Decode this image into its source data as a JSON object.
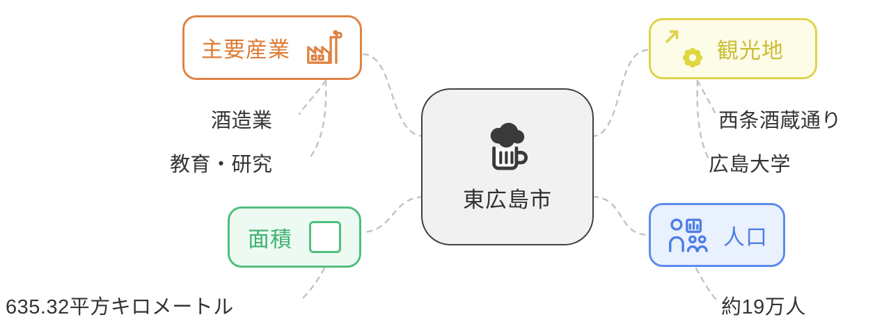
{
  "center": {
    "label": "東広島市",
    "icon": "beer-mug-icon",
    "background": "#f1f1f1",
    "border_color": "#3f3f3f"
  },
  "branches": {
    "industry": {
      "label": "主要産業",
      "icon": "factory-icon",
      "accent": "#df8344",
      "text_color": "#dd7b33",
      "background": "#ffffff",
      "children": [
        "酒造業",
        "教育・研究"
      ]
    },
    "tourism": {
      "label": "観光地",
      "icons": [
        "arrow-up-right-icon",
        "flower-icon"
      ],
      "accent": "#ddd34a",
      "text_color": "#c9bd35",
      "background": "#fdfce8",
      "children": [
        "西条酒蔵通り",
        "広島大学"
      ]
    },
    "area": {
      "label": "面積",
      "icon": "square-icon",
      "accent": "#4fbf7d",
      "text_color": "#3eb370",
      "background": "#edfaf2",
      "children": [
        "635.32平方キロメートル"
      ]
    },
    "population": {
      "label": "人口",
      "icon": "people-chart-icon",
      "accent": "#5b8bee",
      "text_color": "#4d7fe3",
      "background": "#eaf1fe",
      "children": [
        "約19万人"
      ]
    }
  },
  "connector_color": "#c4c4c4"
}
